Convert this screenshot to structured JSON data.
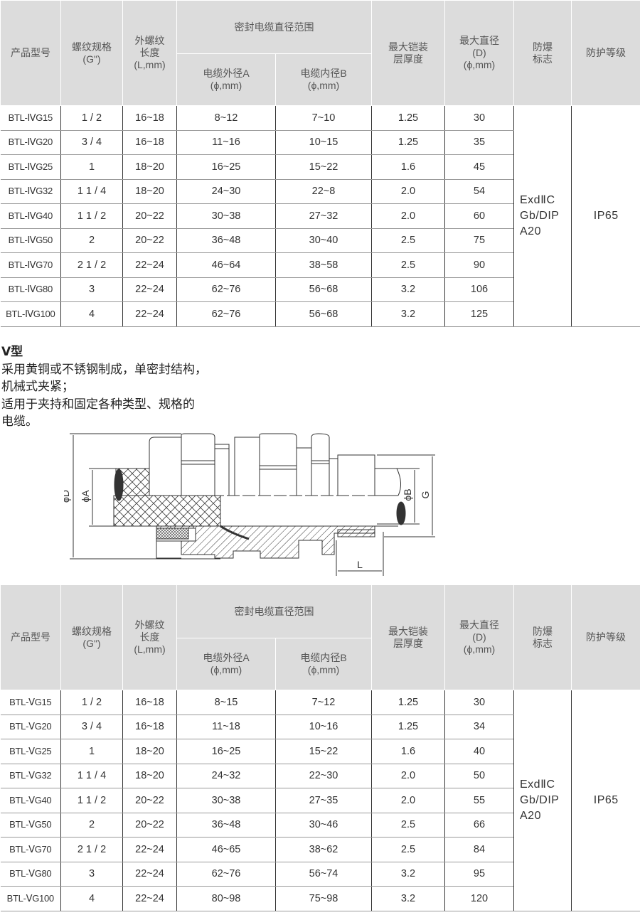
{
  "headers": {
    "model": "产品型号",
    "thread_spec": "螺纹规格",
    "thread_spec_unit": "(G\")",
    "thread_len_1": "外螺纹",
    "thread_len_2": "长度",
    "thread_len_unit": "(L,mm)",
    "seal_range": "密封电缆直径范围",
    "outer_dia": "电缆外径A",
    "outer_dia_unit": "(ϕ,mm)",
    "inner_dia": "电缆内径B",
    "inner_dia_unit": "(ϕ,mm)",
    "armor_1": "最大铠装",
    "armor_2": "层厚度",
    "max_dia": "最大直径",
    "max_dia_d": "(D)",
    "max_dia_unit": "(ϕ,mm)",
    "ex_1": "防爆",
    "ex_2": "标志",
    "ip": "防护等级"
  },
  "table_iv": {
    "ex_mark": [
      "ExdⅡC",
      "Gb/DIP",
      "A20"
    ],
    "ip": "IP65",
    "rows": [
      [
        "BTL-ⅣG15",
        "1 / 2",
        "16~18",
        "8~12",
        "7~10",
        "1.25",
        "30"
      ],
      [
        "BTL-ⅣG20",
        "3 / 4",
        "16~18",
        "11~16",
        "10~15",
        "1.25",
        "35"
      ],
      [
        "BTL-ⅣG25",
        "1",
        "18~20",
        "16~25",
        "15~22",
        "1.6",
        "45"
      ],
      [
        "BTL-ⅣG32",
        "1 1 / 4",
        "18~20",
        "24~30",
        "22~8",
        "2.0",
        "54"
      ],
      [
        "BTL-ⅣG40",
        "1 1 / 2",
        "20~22",
        "30~38",
        "27~32",
        "2.0",
        "60"
      ],
      [
        "BTL-ⅣG50",
        "2",
        "20~22",
        "36~48",
        "30~40",
        "2.5",
        "75"
      ],
      [
        "BTL-ⅣG70",
        "2 1 / 2",
        "22~24",
        "46~64",
        "38~58",
        "2.5",
        "90"
      ],
      [
        "BTL-ⅣG80",
        "3",
        "22~24",
        "62~76",
        "56~68",
        "3.2",
        "106"
      ],
      [
        "BTL-ⅣG100",
        "4",
        "22~24",
        "62~76",
        "56~68",
        "3.2",
        "125"
      ]
    ]
  },
  "description": {
    "title": "Ⅴ型",
    "lines": [
      "采用黄铜或不锈钢制成，单密封结构，",
      "机械式夹紧；",
      "适用于夹持和固定各种类型、规格的",
      "电缆。"
    ]
  },
  "drawing_labels": {
    "D": "ϕD",
    "A": "ϕA",
    "B": "ϕB",
    "G": "G",
    "L": "L"
  },
  "table_v": {
    "ex_mark": [
      "ExdⅡC",
      "Gb/DIP",
      "A20"
    ],
    "ip": "IP65",
    "rows": [
      [
        "BTL-ⅤG15",
        "1 / 2",
        "16~18",
        "8~15",
        "7~12",
        "1.25",
        "30"
      ],
      [
        "BTL-ⅤG20",
        "3 / 4",
        "16~18",
        "11~18",
        "10~16",
        "1.25",
        "34"
      ],
      [
        "BTL-ⅤG25",
        "1",
        "18~20",
        "16~25",
        "15~22",
        "1.6",
        "40"
      ],
      [
        "BTL-ⅤG32",
        "1 1 / 4",
        "18~20",
        "24~32",
        "22~30",
        "2.0",
        "50"
      ],
      [
        "BTL-ⅤG40",
        "1 1 / 2",
        "20~22",
        "30~38",
        "27~35",
        "2.0",
        "55"
      ],
      [
        "BTL-ⅤG50",
        "2",
        "20~22",
        "36~48",
        "30~46",
        "2.5",
        "66"
      ],
      [
        "BTL-ⅤG70",
        "2 1 / 2",
        "22~24",
        "46~65",
        "38~62",
        "2.5",
        "84"
      ],
      [
        "BTL-ⅤG80",
        "3",
        "22~24",
        "62~76",
        "56~74",
        "3.2",
        "95"
      ],
      [
        "BTL-ⅤG100",
        "4",
        "22~24",
        "80~98",
        "75~98",
        "3.2",
        "120"
      ]
    ]
  }
}
